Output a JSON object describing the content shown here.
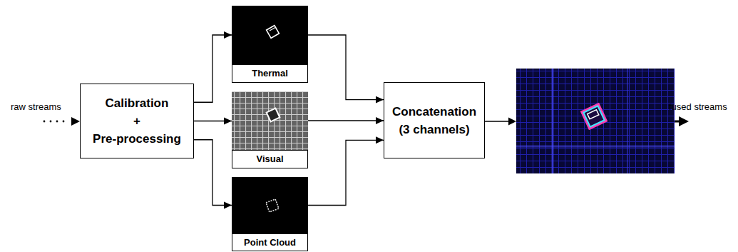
{
  "diagram": {
    "nodes": [
      {
        "text": [
          "Calibration + Pre-processing"
        ]
      },
      {
        "text": [
          "Thermal"
        ]
      },
      {
        "text": [
          "Visual"
        ]
      },
      {
        "text": [
          "Point Cloud"
        ]
      },
      {
        "text": [
          "Concatenation (3 channels)"
        ]
      }
    ],
    "edges": [
      {
        "from": 0,
        "to": 1,
        "arrow": "to"
      },
      {
        "from": 0,
        "to": 2,
        "arrow": "to"
      },
      {
        "from": 0,
        "to": 3,
        "arrow": "to"
      },
      {
        "from": 1,
        "to": 4,
        "arrow": "to"
      },
      {
        "from": 2,
        "to": 4,
        "arrow": "to"
      },
      {
        "from": 3,
        "to": 4,
        "arrow": "to"
      }
    ],
    "labels": [
      "raw streams",
      "fused streams"
    ]
  }
}
